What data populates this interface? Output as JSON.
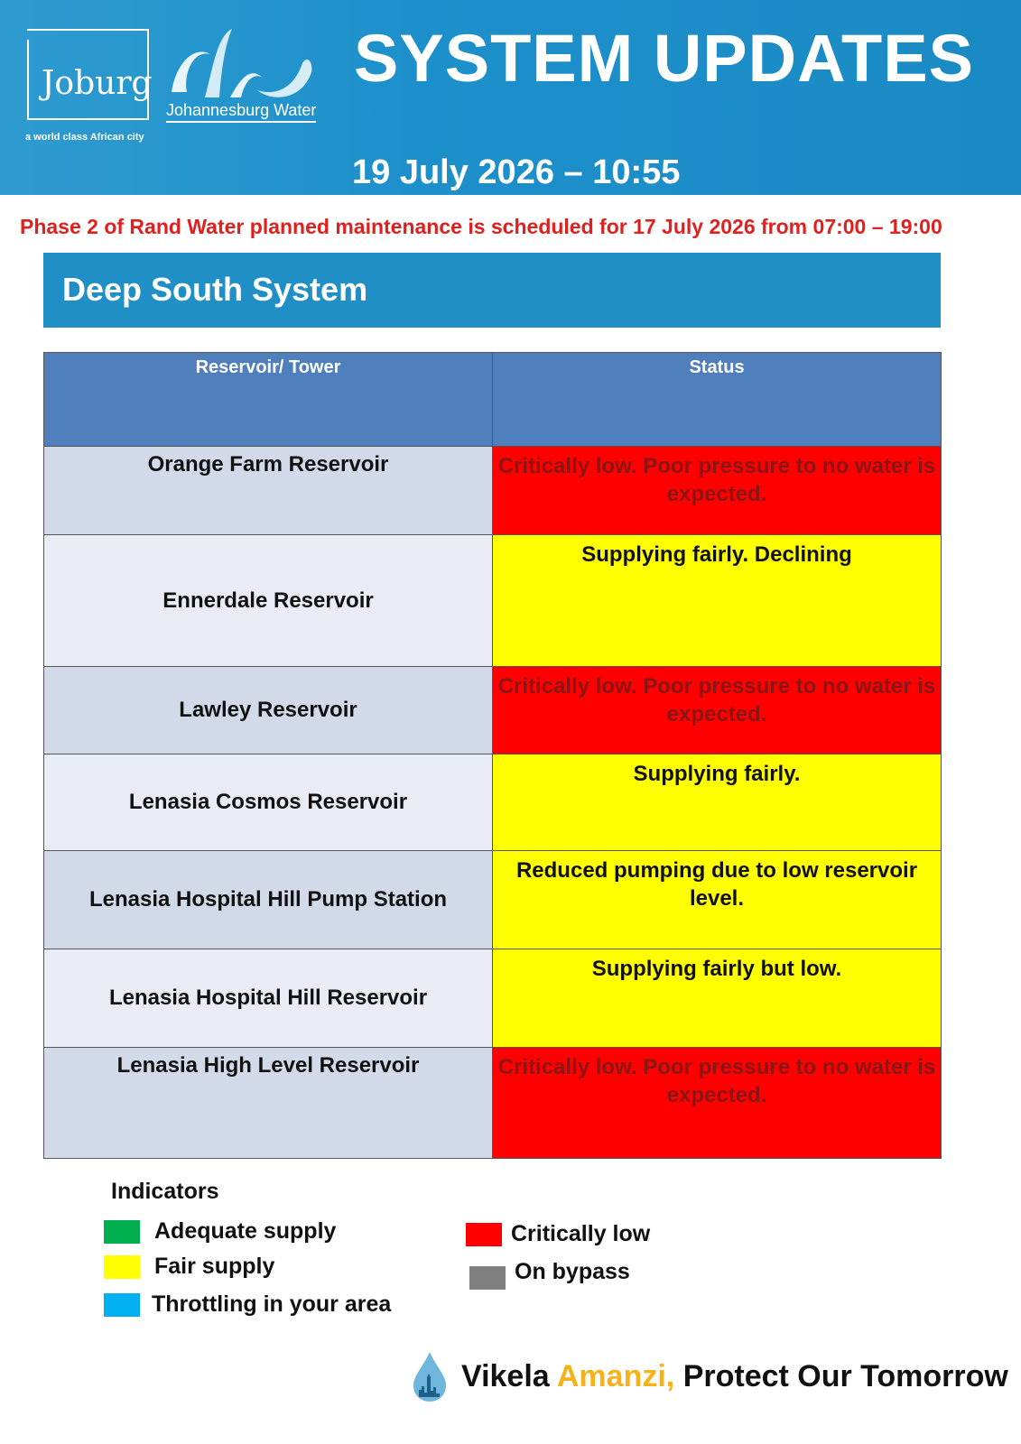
{
  "header": {
    "logo_text": "Joburg",
    "tagline": "a world class African city",
    "water_logo_text": "Johannesburg Water",
    "title": "SYSTEM UPDATES",
    "date": "19 July 2026 – 10:55"
  },
  "notice": "Phase 2 of Rand Water planned maintenance is scheduled for 17 July 2026 from 07:00 – 19:00",
  "system_name": "Deep South System",
  "table": {
    "columns": [
      "Reservoir/ Tower",
      "Status"
    ],
    "rows": [
      {
        "name": "Orange Farm Reservoir",
        "status": "Critically low. Poor pressure to no water is expected.",
        "level": "critical"
      },
      {
        "name": "Ennerdale Reservoir",
        "status": "Supplying fairly. Declining",
        "level": "fair"
      },
      {
        "name": "Lawley Reservoir",
        "status": "Critically low. Poor pressure to no water is expected.",
        "level": "critical"
      },
      {
        "name": "Lenasia Cosmos Reservoir",
        "status": "Supplying fairly.",
        "level": "fair"
      },
      {
        "name": "Lenasia Hospital Hill Pump Station",
        "status": "Reduced pumping due to low reservoir level.",
        "level": "fair"
      },
      {
        "name": "Lenasia Hospital Hill Reservoir",
        "status": "Supplying fairly but low.",
        "level": "fair"
      },
      {
        "name": "Lenasia High Level Reservoir",
        "status": "Critically low. Poor pressure to no water is expected.",
        "level": "critical"
      }
    ]
  },
  "indicators": {
    "title": "Indicators",
    "items": [
      {
        "label": "Adequate supply",
        "color": "#00b050"
      },
      {
        "label": "Fair supply",
        "color": "#ffff00"
      },
      {
        "label": "Throttling in your area",
        "color": "#00b0f0"
      },
      {
        "label": "Critically low",
        "color": "#ff0000"
      },
      {
        "label": "On bypass",
        "color": "#808080"
      }
    ]
  },
  "footer": {
    "word1": "Vikela",
    "word2": "Amanzi,",
    "rest": "Protect Our Tomorrow",
    "icon": "water-drop-skyline-icon"
  },
  "colors": {
    "banner": "#1d90cb",
    "critical": "#ff0000",
    "fair": "#ffff00",
    "notice": "#e0201e",
    "accent": "#f7b21a"
  }
}
